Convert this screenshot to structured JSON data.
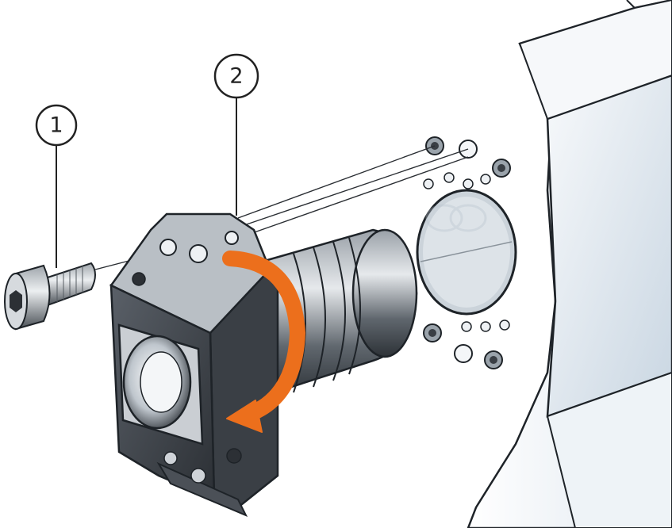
{
  "callouts": [
    {
      "id": "1",
      "label": "1",
      "part": "screw"
    },
    {
      "id": "2",
      "label": "2",
      "part": "tool-holder"
    }
  ],
  "colors": {
    "background": "#ffffff",
    "turret": "#f1f5f9",
    "turret_edge": "#1e2328",
    "holder_dark": "#3c4148",
    "holder_light": "#cfd3d8",
    "arrow": "#ec6f1c",
    "watermark": "#cfd6de"
  },
  "icons": {
    "rotation": "curved-arrow-icon",
    "screw": "socket-head-screw-icon"
  }
}
